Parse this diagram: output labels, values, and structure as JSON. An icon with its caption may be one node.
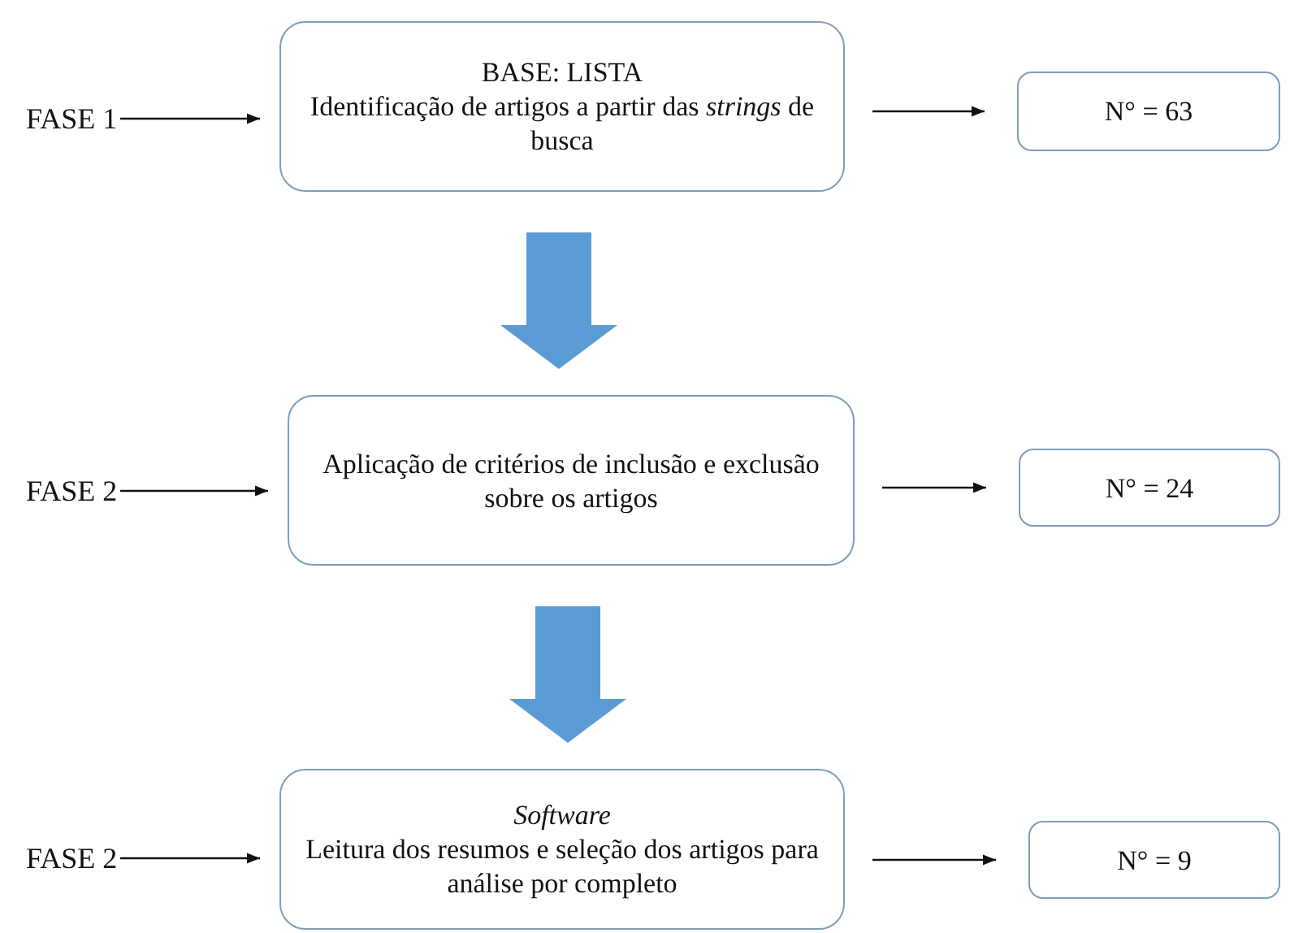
{
  "diagram": {
    "nodes": [
      {
        "text": [
          "FASE 1"
        ]
      },
      {
        "text": [
          "BASE: LISTA",
          "Identificação de artigos a partir das *strings* de busca"
        ]
      },
      {
        "text": [
          "N° = 63"
        ]
      },
      {
        "text": [
          "FASE 2"
        ]
      },
      {
        "text": [
          "Aplicação de critérios de inclusão e exclusão sobre os artigos"
        ]
      },
      {
        "text": [
          "N° = 24"
        ]
      },
      {
        "text": [
          "FASE 2"
        ]
      },
      {
        "text": [
          "Software",
          "Leitura dos resumos e seleção dos artigos para análise por completo"
        ]
      },
      {
        "text": [
          "N° = 9"
        ]
      }
    ],
    "edges": [
      {
        "from": 0,
        "to": 1,
        "arrow": "to"
      },
      {
        "from": 1,
        "to": 2,
        "arrow": "to"
      },
      {
        "from": 1,
        "to": 4,
        "arrow": "to",
        "style": "thick",
        "color": "#5b9bd5"
      },
      {
        "from": 3,
        "to": 4,
        "arrow": "to"
      },
      {
        "from": 4,
        "to": 5,
        "arrow": "to"
      },
      {
        "from": 4,
        "to": 7,
        "arrow": "to",
        "style": "thick",
        "color": "#5b9bd5"
      },
      {
        "from": 6,
        "to": 7,
        "arrow": "to"
      },
      {
        "from": 7,
        "to": 8,
        "arrow": "to"
      }
    ]
  }
}
